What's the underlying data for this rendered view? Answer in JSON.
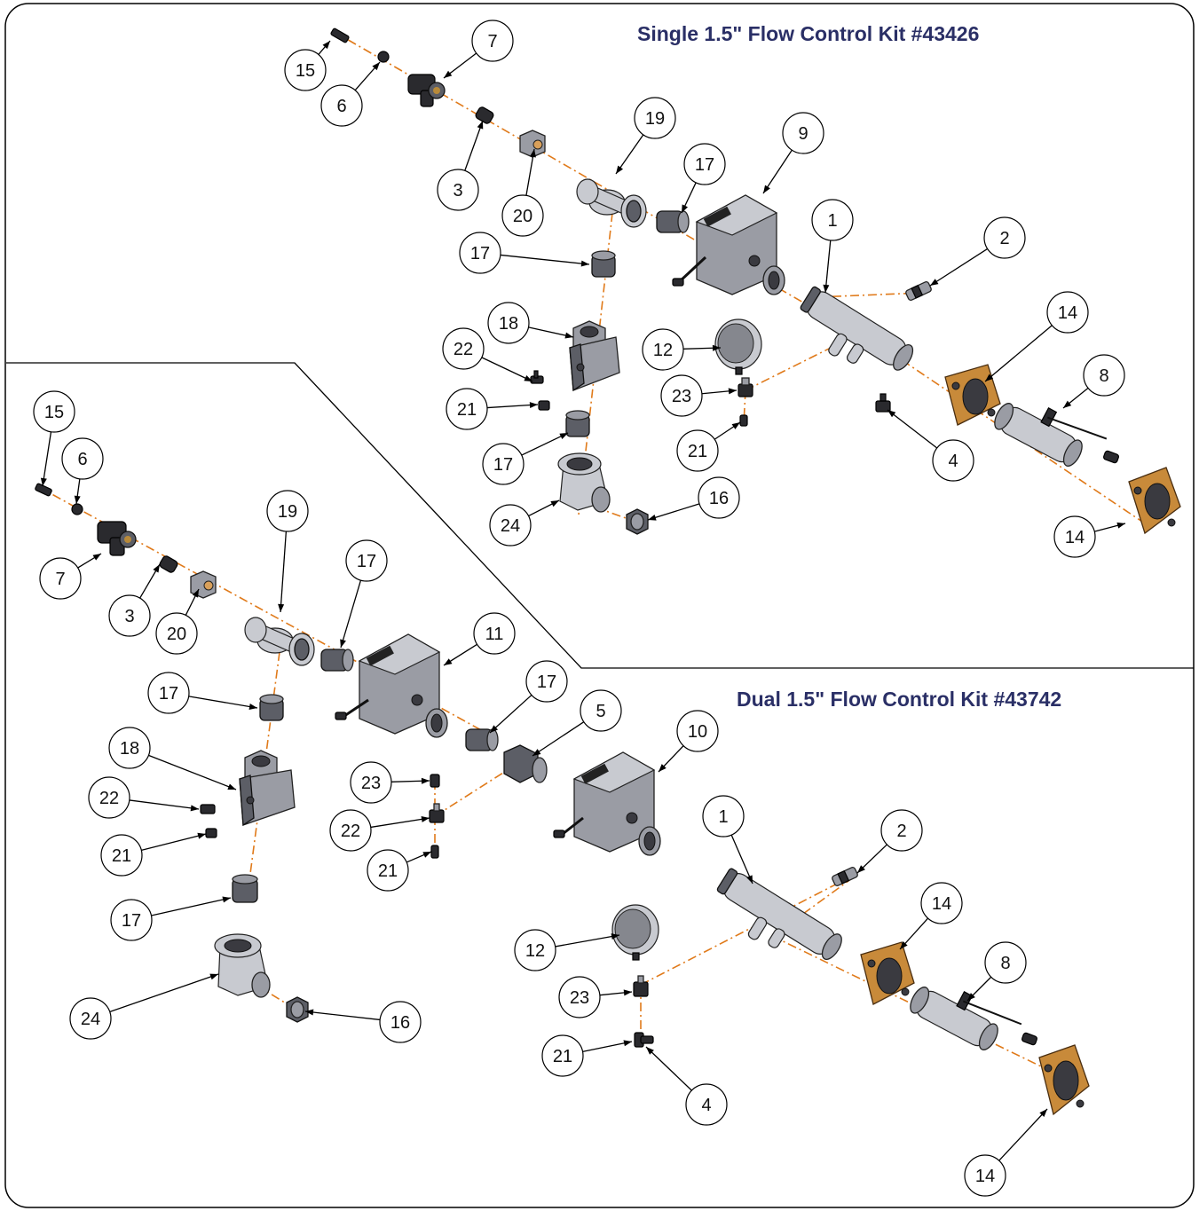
{
  "titles": {
    "single": "Single 1.5\" Flow Control Kit #43426",
    "dual": "Dual 1.5\" Flow Control Kit #43742"
  },
  "colors": {
    "title": "#2a2f66",
    "axis": "#e07a1a",
    "bracket": "#c88a3a"
  },
  "single_balloons": [
    "15",
    "6",
    "7",
    "3",
    "20",
    "19",
    "17",
    "9",
    "1",
    "2",
    "17",
    "18",
    "12",
    "22",
    "23",
    "21",
    "21",
    "17",
    "24",
    "16",
    "14",
    "8",
    "4",
    "14"
  ],
  "dual_balloons": [
    "15",
    "6",
    "7",
    "3",
    "20",
    "19",
    "17",
    "11",
    "17",
    "5",
    "10",
    "17",
    "18",
    "22",
    "23",
    "22",
    "21",
    "21",
    "17",
    "24",
    "16",
    "1",
    "2",
    "12",
    "14",
    "23",
    "8",
    "21",
    "4",
    "14"
  ]
}
